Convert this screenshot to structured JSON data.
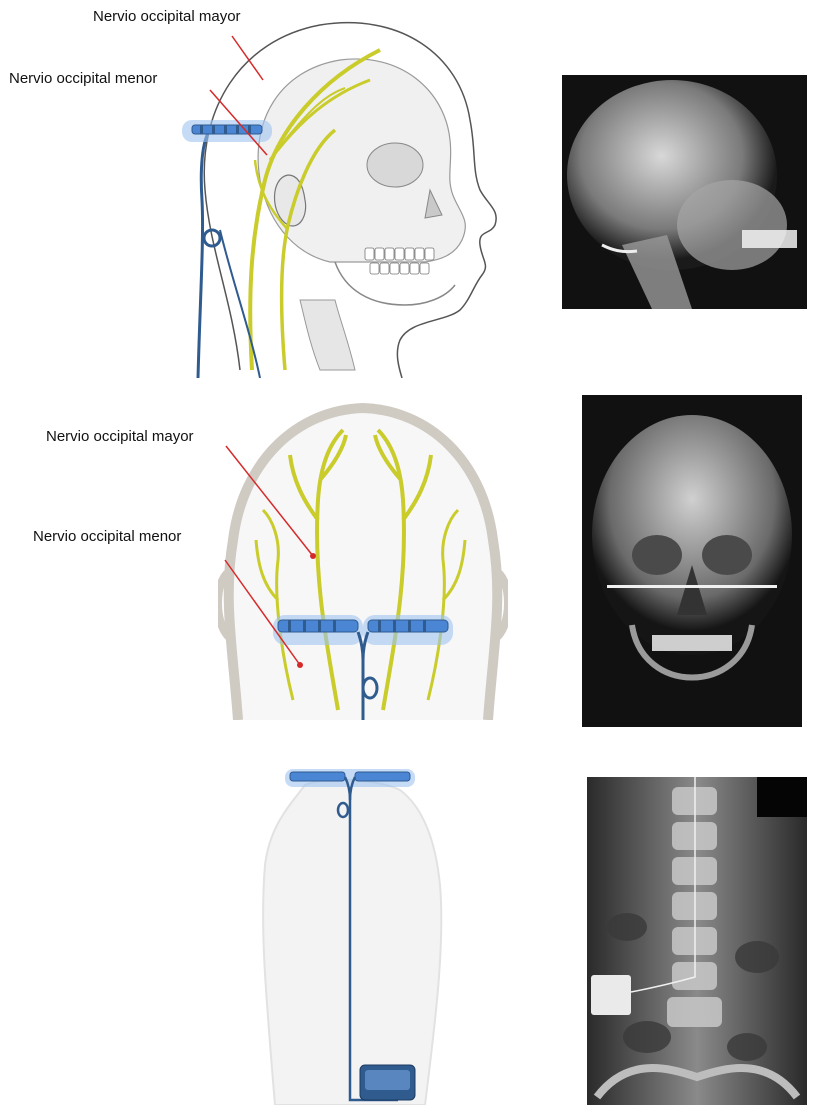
{
  "labels": {
    "lateral_greater": "Nervio occipital mayor",
    "lateral_lesser": "Nervio occipital menor",
    "posterior_greater": "Nervio occipital mayor",
    "posterior_lesser": "Nervio occipital menor"
  },
  "colors": {
    "nerve": "#c9cc2a",
    "nerve_dark": "#8f9a1c",
    "lead": "#2f5b8f",
    "electrode": "#4a86d4",
    "electrode_glow": "#9ec3f0",
    "pointer": "#d62a2a",
    "outline": "#8a8a8a",
    "body_fill": "#f3f3f3",
    "xray_bg": "#111111"
  },
  "icons": {
    "generator": "implanted-pulse-generator-icon"
  }
}
